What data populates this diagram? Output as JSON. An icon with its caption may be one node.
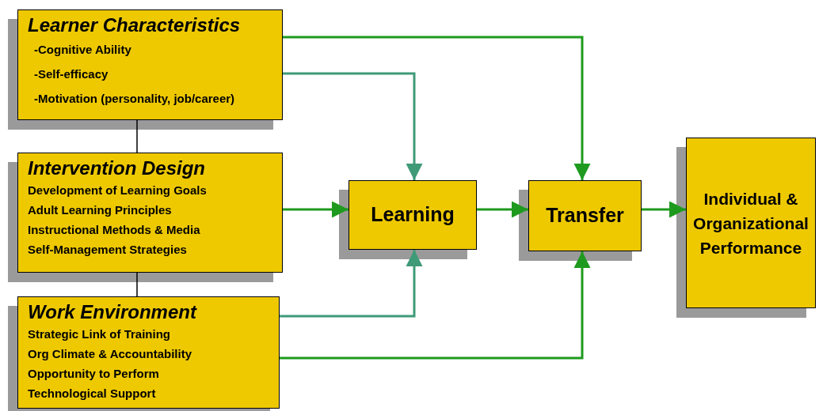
{
  "diagram": {
    "nodes": [
      {
        "text": [
          "Learner Characteristics",
          "-Cognitive Ability",
          "-Self-efficacy",
          "-Motivation (personality, job/career)"
        ]
      },
      {
        "text": [
          "Intervention Design",
          "Development of Learning Goals",
          "Adult Learning Principles",
          "Instructional Methods & Media",
          "Self-Management Strategies"
        ]
      },
      {
        "text": [
          "Work Environment",
          "Strategic Link of Training",
          "Org Climate & Accountability",
          "Opportunity to Perform",
          "Technological Support"
        ]
      },
      {
        "text": [
          "Learning"
        ]
      },
      {
        "text": [
          "Transfer"
        ]
      },
      {
        "text": [
          "Individual & Organizational Performance"
        ]
      }
    ],
    "edges": [
      {
        "from": 0,
        "to": 1,
        "arrow": "none",
        "color": "#000000"
      },
      {
        "from": 1,
        "to": 2,
        "arrow": "none",
        "color": "#000000"
      },
      {
        "from": 0,
        "to": 4,
        "arrow": "to"
      },
      {
        "from": 0,
        "to": 3,
        "arrow": "to",
        "color": "#3f9a78"
      },
      {
        "from": 1,
        "to": 3,
        "arrow": "to"
      },
      {
        "from": 3,
        "to": 4,
        "arrow": "to"
      },
      {
        "from": 4,
        "to": 5,
        "arrow": "to"
      },
      {
        "from": 2,
        "to": 3,
        "arrow": "to",
        "color": "#3f9a78"
      },
      {
        "from": 2,
        "to": 4,
        "arrow": "to"
      }
    ]
  }
}
